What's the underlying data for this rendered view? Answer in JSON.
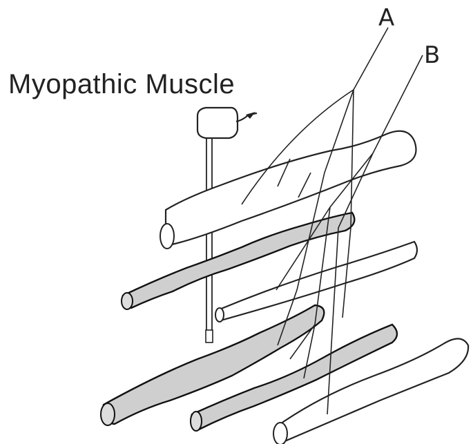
{
  "title": "Myopathic Muscle",
  "labels": {
    "a": "A",
    "b": "B"
  },
  "colors": {
    "ink": "#222222",
    "background": "#ffffff",
    "fiber_pathologic_fill": "#cfcfcf"
  }
}
